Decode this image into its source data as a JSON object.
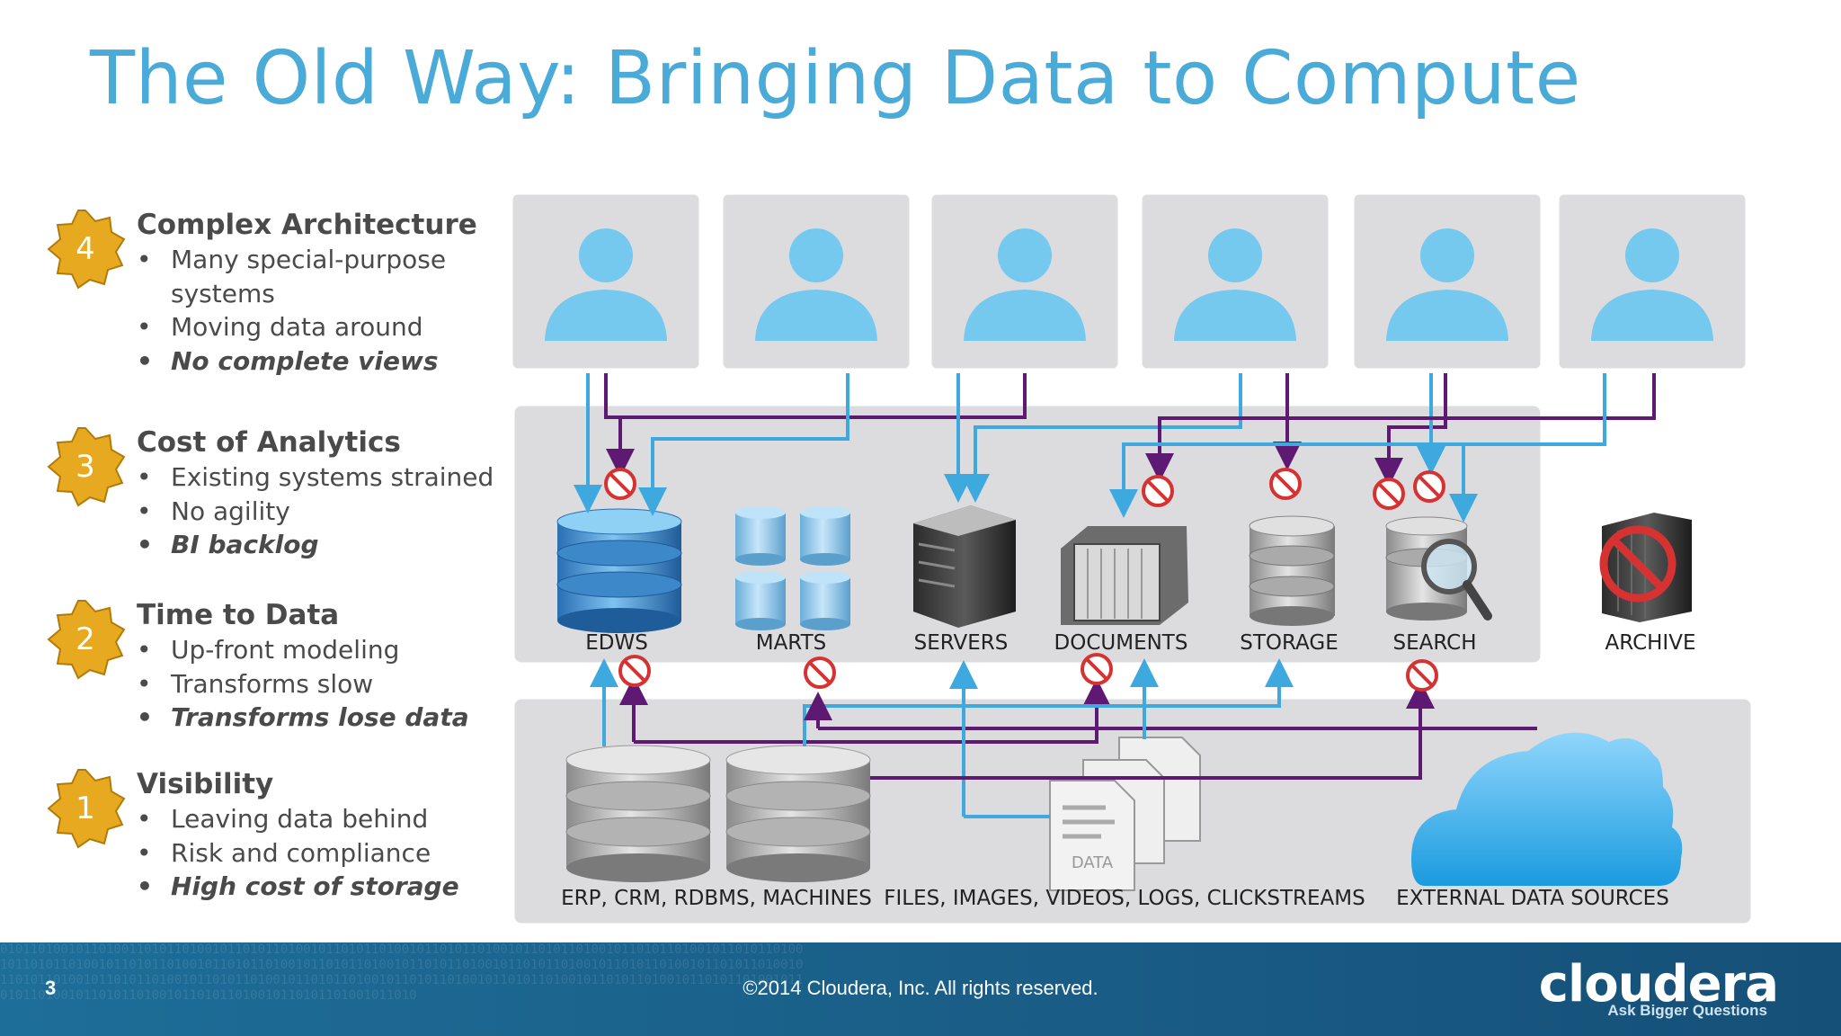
{
  "title": "The Old Way: Bringing Data to Compute",
  "challenges": [
    {
      "num": "4",
      "heading": "Complex Architecture",
      "bullets": [
        "Many special-purpose systems",
        "Moving data around"
      ],
      "emphasis": "No complete views"
    },
    {
      "num": "3",
      "heading": "Cost of Analytics",
      "bullets": [
        "Existing systems strained",
        "No agility"
      ],
      "emphasis": "BI backlog"
    },
    {
      "num": "2",
      "heading": "Time to Data",
      "bullets": [
        "Up-front modeling",
        "Transforms slow"
      ],
      "emphasis": "Transforms lose data"
    },
    {
      "num": "1",
      "heading": "Visibility",
      "bullets": [
        "Leaving data behind",
        "Risk and compliance"
      ],
      "emphasis": "High cost of storage"
    }
  ],
  "systems": {
    "edws": "EDWS",
    "marts": "MARTS",
    "servers": "SERVERS",
    "documents": "DOCUMENTS",
    "storage": "STORAGE",
    "search": "SEARCH",
    "archive": "ARCHIVE"
  },
  "sources": {
    "databases": "ERP, CRM, RDBMS, MACHINES",
    "files": "FILES, IMAGES, VIDEOS, LOGS, CLICKSTREAMS",
    "external": "EXTERNAL DATA SOURCES",
    "doc_label": "DATA"
  },
  "colors": {
    "title": "#4aaad8",
    "blue_arrow": "#3ea9de",
    "purple_arrow": "#5e1a72",
    "badge": "#e7a91f",
    "block": "#d63232"
  },
  "footer": {
    "page": "3",
    "copyright": "©2014 Cloudera, Inc. All rights reserved.",
    "logo": "cloudera",
    "tagline": "Ask Bigger Questions"
  }
}
